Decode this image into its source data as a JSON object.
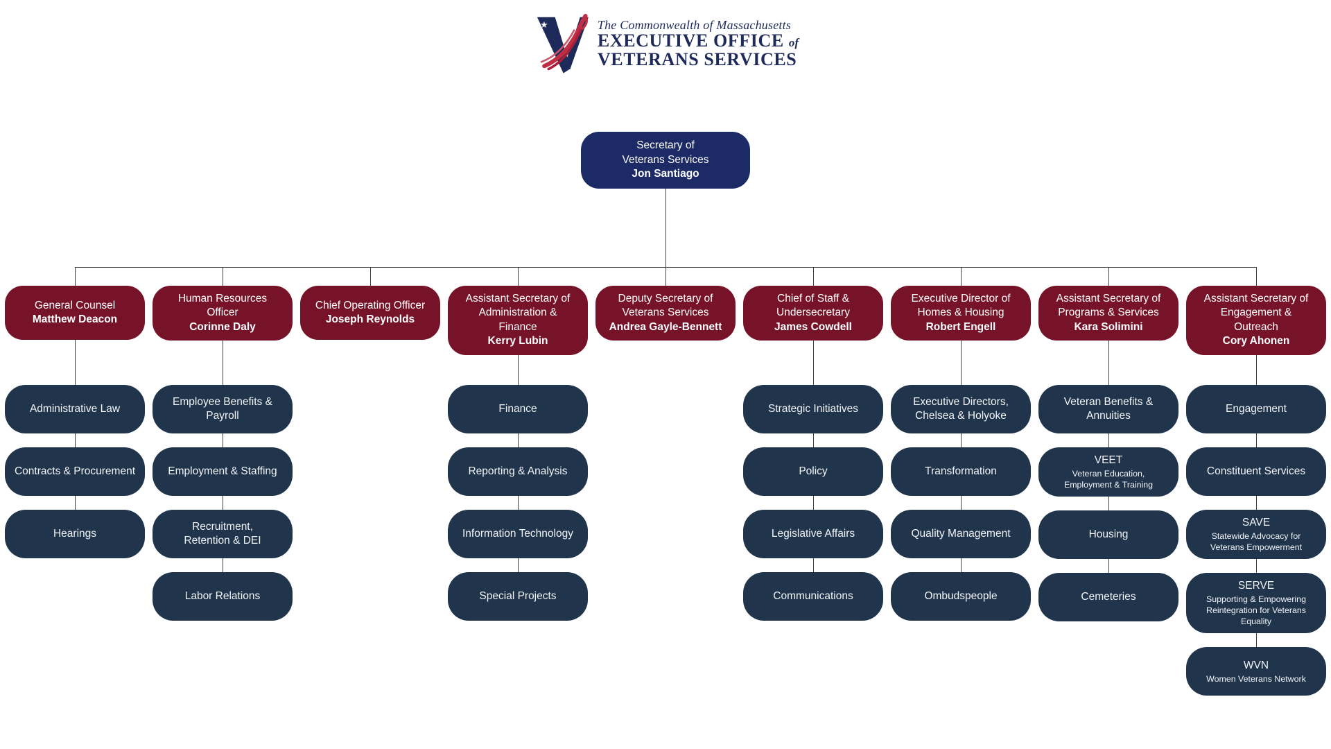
{
  "colors": {
    "navy": "#1c2a66",
    "maroon": "#771328",
    "slate": "#20344c",
    "line": "#3f3f3f",
    "logo_navy": "#1e2b5a",
    "logo_red": "#c02e44",
    "logo_red_dark": "#a81f37"
  },
  "logo": {
    "tagline": "The Commonwealth of Massachusetts",
    "office_line": "EXECUTIVE OFFICE",
    "office_of": "of",
    "dept_line": "VETERANS SERVICES"
  },
  "root": {
    "title": "Secretary of\nVeterans Services",
    "name": "Jon Santiago"
  },
  "columns": [
    {
      "title": "General Counsel",
      "name": "Matthew Deacon",
      "children": [
        {
          "label": "Administrative Law",
          "sub": ""
        },
        {
          "label": "Contracts & Procurement",
          "sub": ""
        },
        {
          "label": "Hearings",
          "sub": ""
        }
      ]
    },
    {
      "title": "Human Resources\nOfficer",
      "name": "Corinne Daly",
      "children": [
        {
          "label": "Employee Benefits &\nPayroll",
          "sub": ""
        },
        {
          "label": "Employment & Staffing",
          "sub": ""
        },
        {
          "label": "Recruitment,\nRetention & DEI",
          "sub": ""
        },
        {
          "label": "Labor Relations",
          "sub": ""
        }
      ]
    },
    {
      "title": "Chief Operating Officer",
      "name": "Joseph Reynolds",
      "children": []
    },
    {
      "title": "Assistant Secretary of\nAdministration &\nFinance",
      "name": "Kerry Lubin",
      "children": [
        {
          "label": "Finance",
          "sub": ""
        },
        {
          "label": "Reporting & Analysis",
          "sub": ""
        },
        {
          "label": "Information Technology",
          "sub": ""
        },
        {
          "label": "Special Projects",
          "sub": ""
        }
      ]
    },
    {
      "title": "Deputy Secretary of\nVeterans Services",
      "name": "Andrea Gayle-Bennett",
      "children": []
    },
    {
      "title": "Chief of Staff &\nUndersecretary",
      "name": "James Cowdell",
      "children": [
        {
          "label": "Strategic Initiatives",
          "sub": ""
        },
        {
          "label": "Policy",
          "sub": ""
        },
        {
          "label": "Legislative Affairs",
          "sub": ""
        },
        {
          "label": "Communications",
          "sub": ""
        }
      ]
    },
    {
      "title": "Executive Director of\nHomes & Housing",
      "name": "Robert Engell",
      "children": [
        {
          "label": "Executive Directors,\nChelsea & Holyoke",
          "sub": ""
        },
        {
          "label": "Transformation",
          "sub": ""
        },
        {
          "label": "Quality Management",
          "sub": ""
        },
        {
          "label": "Ombudspeople",
          "sub": ""
        }
      ]
    },
    {
      "title": "Assistant Secretary of\nPrograms & Services",
      "name": "Kara Solimini",
      "children": [
        {
          "label": "Veteran Benefits &\nAnnuities",
          "sub": ""
        },
        {
          "label": "VEET",
          "sub": "Veteran Education,\nEmployment & Training"
        },
        {
          "label": "Housing",
          "sub": ""
        },
        {
          "label": "Cemeteries",
          "sub": ""
        }
      ]
    },
    {
      "title": "Assistant Secretary of\nEngagement &\nOutreach",
      "name": "Cory Ahonen",
      "children": [
        {
          "label": "Engagement",
          "sub": ""
        },
        {
          "label": "Constituent Services",
          "sub": ""
        },
        {
          "label": "SAVE",
          "sub": "Statewide Advocacy for\nVeterans Empowerment"
        },
        {
          "label": "SERVE",
          "sub": "Supporting & Empowering\nReintegration for Veterans\nEquality"
        },
        {
          "label": "WVN",
          "sub": "Women Veterans Network"
        }
      ]
    }
  ]
}
